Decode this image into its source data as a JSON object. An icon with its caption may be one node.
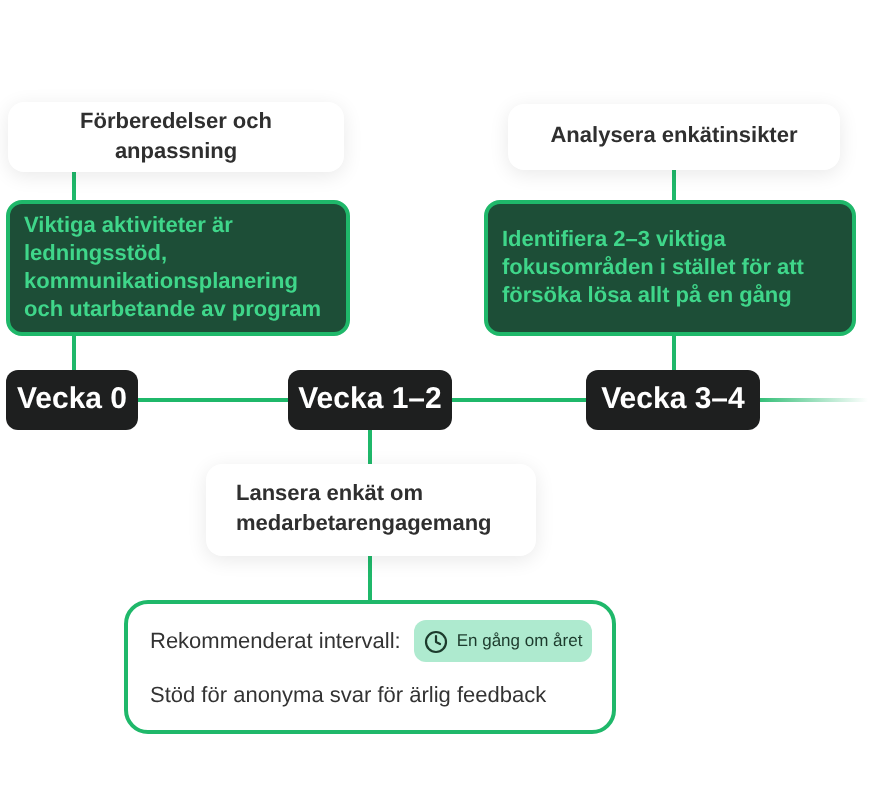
{
  "diagram": {
    "nodes": [
      {
        "text": [
          "Förberedelser och anpassning"
        ]
      },
      {
        "text": [
          "Viktiga aktiviteter är ledningsstöd, kommunikationsplanering och utarbetande av program"
        ]
      },
      {
        "text": [
          "Vecka 0"
        ]
      },
      {
        "text": [
          "Vecka 1–2"
        ]
      },
      {
        "text": [
          "Analysera enkätinsikter"
        ]
      },
      {
        "text": [
          "Identifiera 2–3 viktiga fokusområden i stället för att försöka lösa allt på en gång"
        ]
      },
      {
        "text": [
          "Vecka 3–4"
        ]
      },
      {
        "text": [
          "Lansera enkät om medarbetarengagemang"
        ]
      },
      {
        "text": [
          "Rekommenderat intervall:",
          "Stöd för anonyma svar för ärlig feedback"
        ]
      },
      {
        "text": [
          "En gång om året"
        ],
        "in": 8
      }
    ],
    "edges": [
      {
        "from": 0,
        "to": 1,
        "arrow": "none"
      },
      {
        "from": 1,
        "to": 2,
        "arrow": "none"
      },
      {
        "from": 2,
        "to": 3,
        "arrow": "none"
      },
      {
        "from": 3,
        "to": 6,
        "arrow": "none"
      },
      {
        "from": 4,
        "to": 5,
        "arrow": "none"
      },
      {
        "from": 5,
        "to": 6,
        "arrow": "none"
      },
      {
        "from": 6,
        "to": null,
        "arrow": "none"
      },
      {
        "from": 3,
        "to": 7,
        "arrow": "none"
      },
      {
        "from": 7,
        "to": 8,
        "arrow": "none"
      }
    ]
  }
}
